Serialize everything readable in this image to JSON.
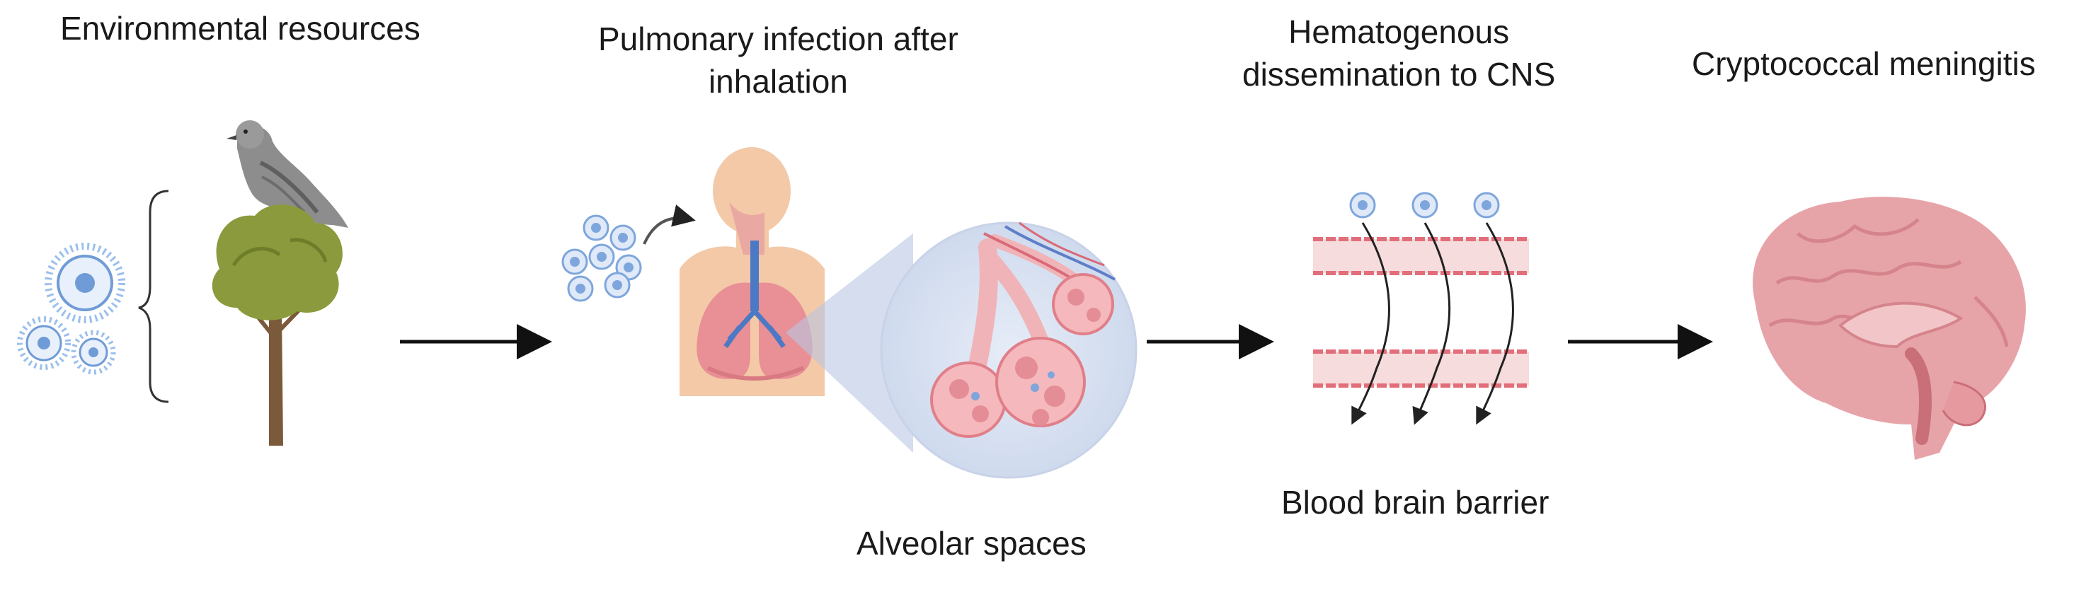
{
  "stages": [
    {
      "id": "environment",
      "lines": [
        "Environmental resources"
      ]
    },
    {
      "id": "pulmonary",
      "lines": [
        "Pulmonary infection after",
        "inhalation"
      ]
    },
    {
      "id": "hematogenous",
      "lines": [
        "Hematogenous",
        "dissemination to CNS"
      ]
    },
    {
      "id": "meningitis",
      "lines": [
        "Cryptococcal meningitis"
      ]
    }
  ],
  "annotations": {
    "alveolar": "Alveolar spaces",
    "bbb": "Blood brain barrier"
  },
  "colors": {
    "arrow": "#111111",
    "cryptococcus": "#8fb6e8",
    "tree_foliage": "#8a9a3c",
    "trunk": "#7a5a3a",
    "pigeon": "#8d8d8d",
    "lung": "#e98f96",
    "skin": "#f3c9a8",
    "alveoli_bg": "#d9e2f2",
    "vessel": "#e27c86",
    "brain": "#e7a4a8"
  }
}
